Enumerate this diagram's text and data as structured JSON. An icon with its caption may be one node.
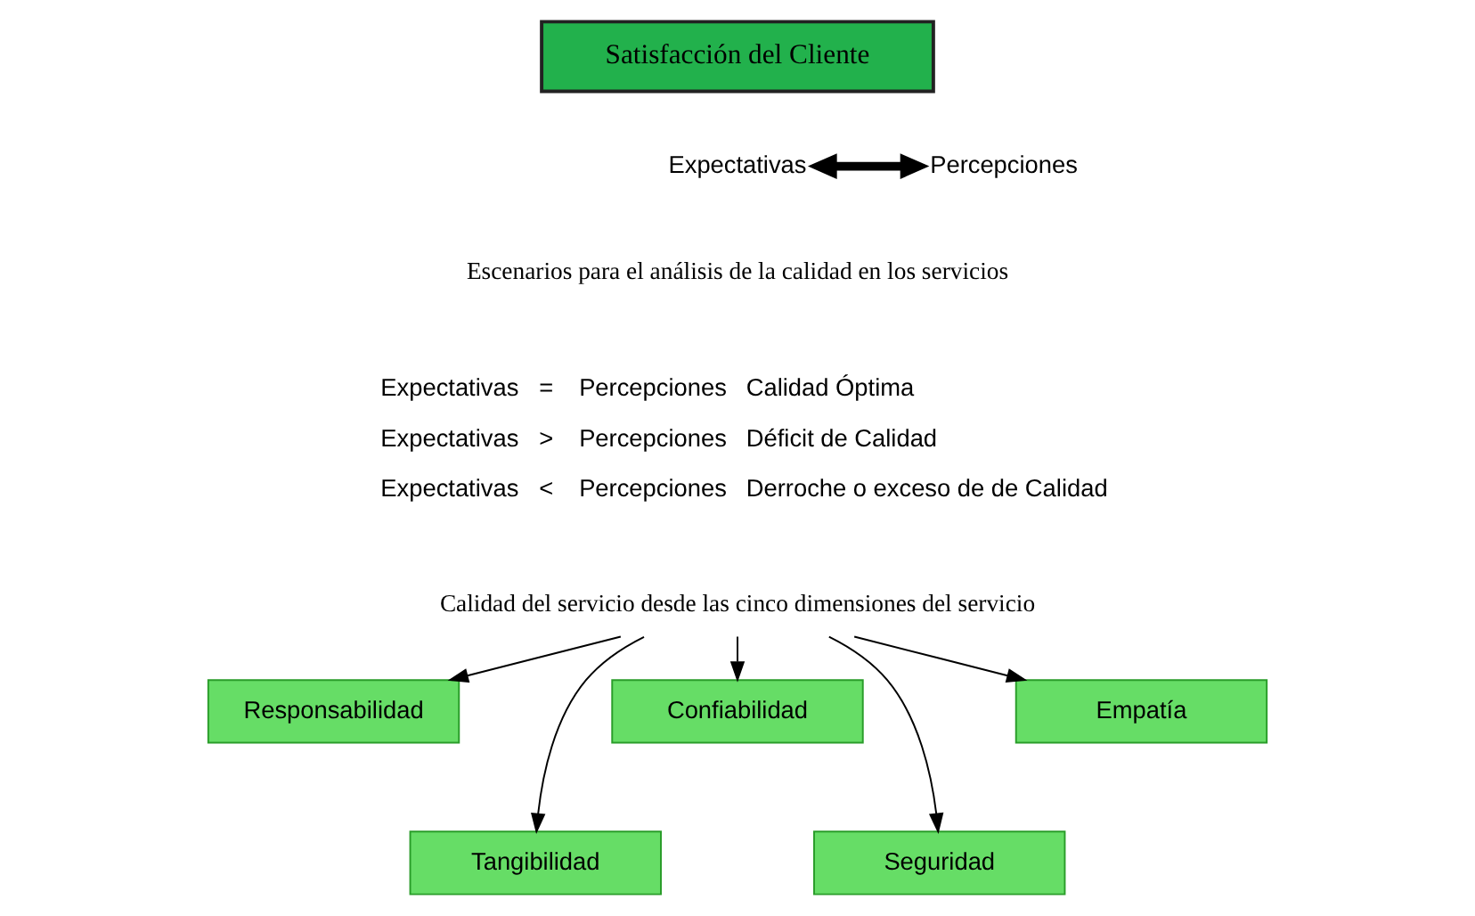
{
  "diagram": {
    "nodes": [
      {
        "text": [
          "Satisfacción del Cliente"
        ]
      },
      {
        "text": [
          "Expectativas"
        ]
      },
      {
        "text": [
          "Percepciones"
        ]
      },
      {
        "text": [
          "Calidad del servicio desde las cinco dimensiones del servicio"
        ]
      },
      {
        "text": [
          "Responsabilidad"
        ]
      },
      {
        "text": [
          "Tangibilidad"
        ]
      },
      {
        "text": [
          "Confiabilidad"
        ]
      },
      {
        "text": [
          "Seguridad"
        ]
      },
      {
        "text": [
          "Empatía"
        ]
      }
    ],
    "edges": [
      {
        "from": 1,
        "to": 2,
        "arrow": "both",
        "style": "thick"
      },
      {
        "from": 3,
        "to": 4,
        "arrow": "to"
      },
      {
        "from": 3,
        "to": 5,
        "arrow": "to"
      },
      {
        "from": 3,
        "to": 6,
        "arrow": "to"
      },
      {
        "from": 3,
        "to": 7,
        "arrow": "to"
      },
      {
        "from": 3,
        "to": 8,
        "arrow": "to"
      }
    ],
    "labels": [
      "Escenarios para el análisis de la calidad en los servicios",
      "Expectativas",
      "=",
      "Percepciones",
      "Calidad Óptima",
      "Expectativas",
      ">",
      "Percepciones",
      "Déficit de Calidad",
      "Expectativas",
      "<",
      "Percepciones",
      "Derroche o exceso de de Calidad"
    ]
  }
}
